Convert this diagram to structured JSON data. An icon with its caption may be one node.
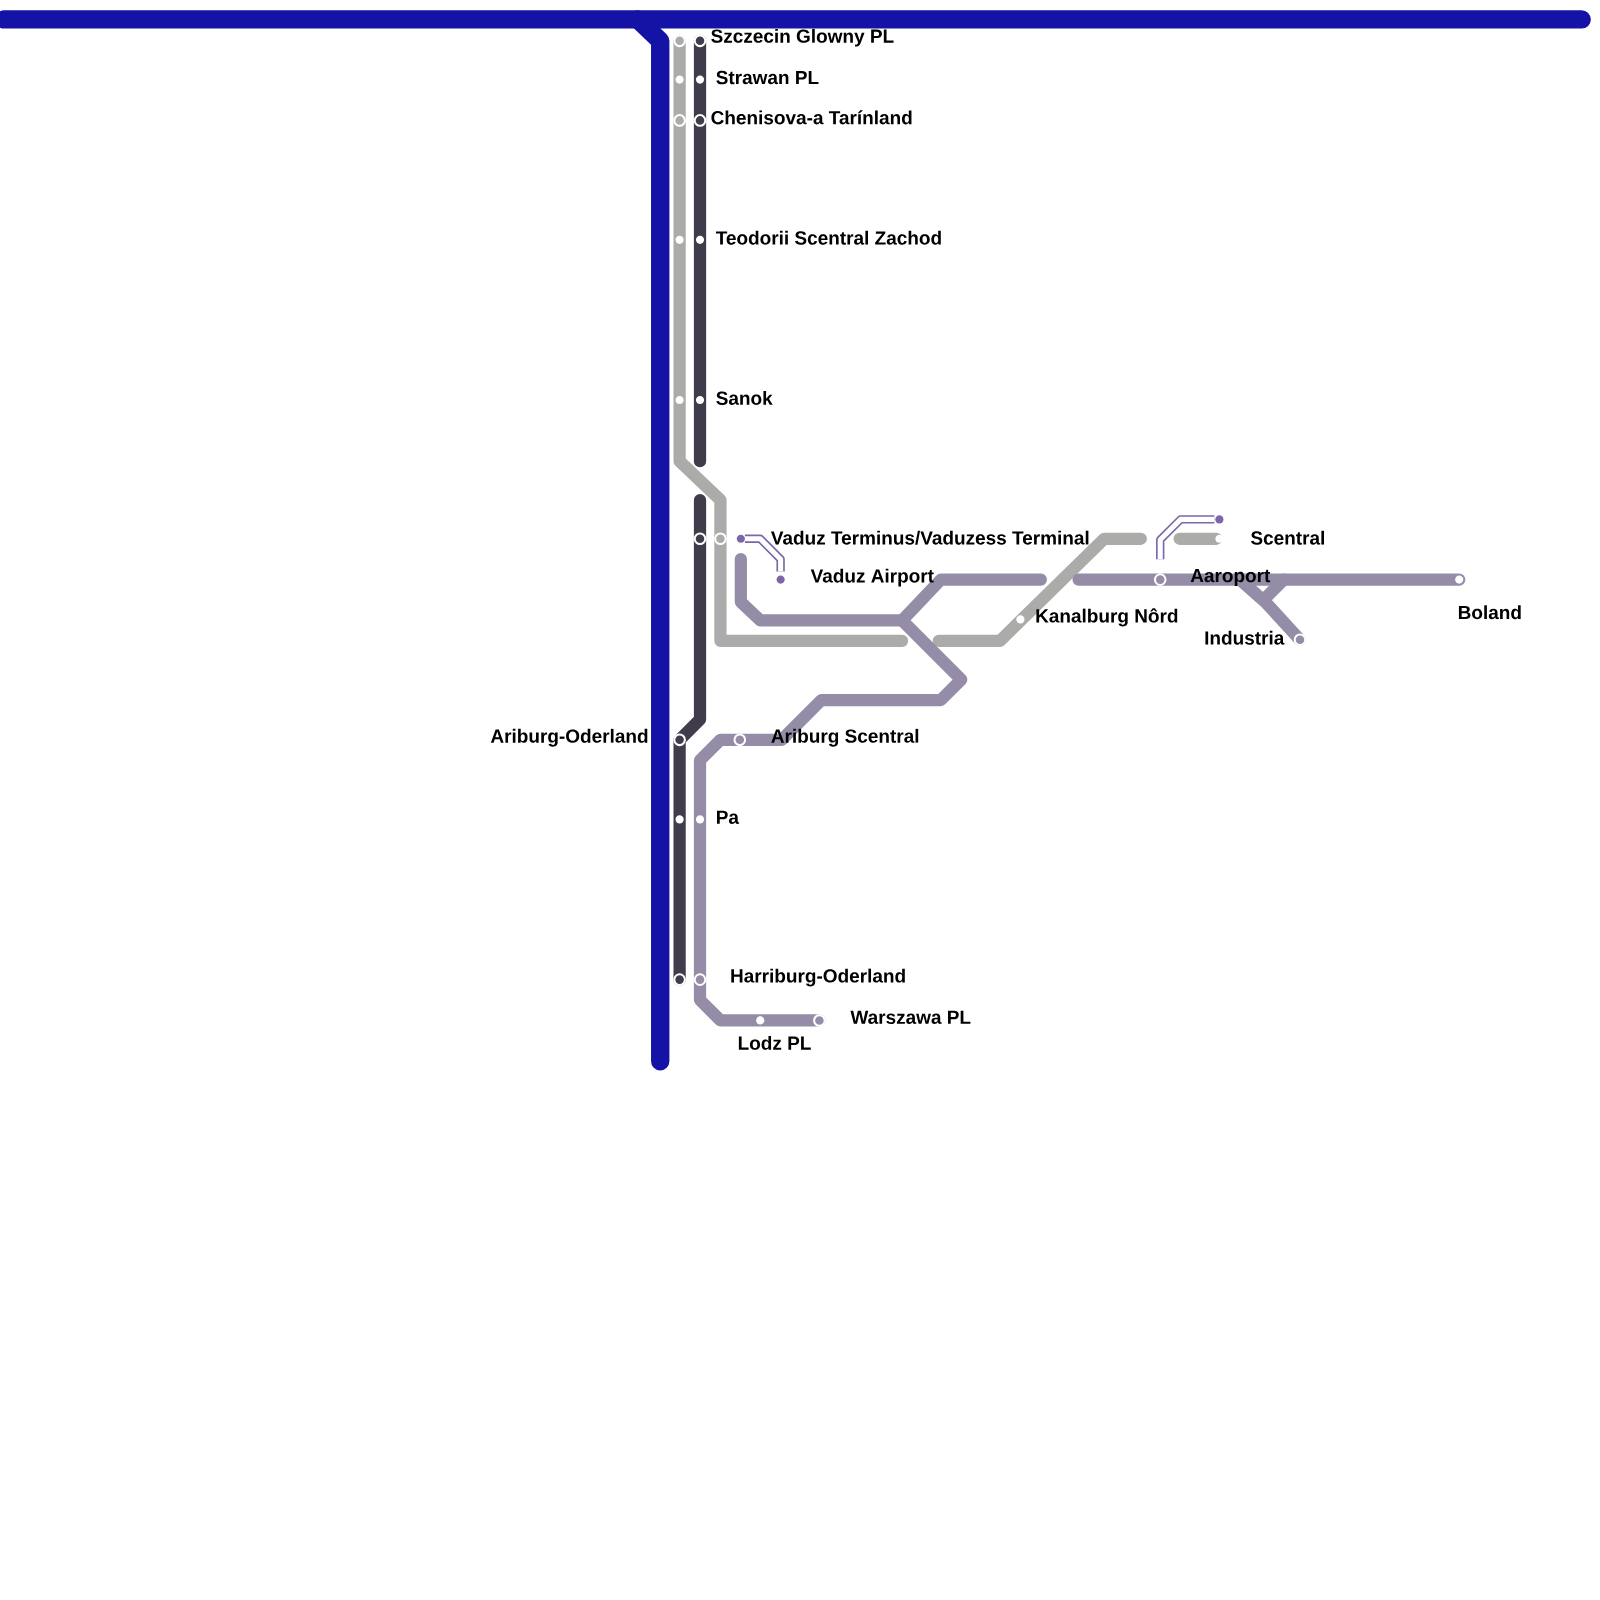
{
  "diagram": {
    "labels": [
      "Szczecin Glowny PL",
      "Strawan PL",
      "Chenisova-a Tarínland",
      "Teodorii Scentral Zachod",
      "Sanok",
      "Vaduz Terminus/Vaduzess Terminal",
      "Scentral",
      "Vaduz Airport",
      "Aaroport",
      "Kanalburg Nôrd",
      "Boland",
      "Industria",
      "Ariburg-Oderland",
      "Ariburg Scentral",
      "Pa",
      "Harriburg-Oderland",
      "Warszawa PL",
      "Lodz PL"
    ]
  }
}
